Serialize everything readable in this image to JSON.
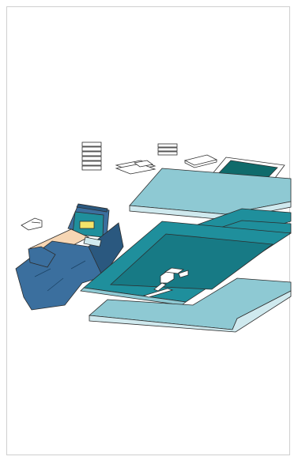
{
  "figure": {
    "kind": "surgical-drape-kit-illustration",
    "colors": {
      "drape_teal": "#1f8f9c",
      "drape_dark": "#0f6b6b",
      "drape_light": "#8ec9d3",
      "drape_pale": "#cfe9ee",
      "patient_blue": "#3b6f9e",
      "patient_blue_dark": "#2a587f",
      "skin": "#f6d6b4",
      "tape_yellow": "#f3e36a",
      "outline": "#2d2d2d",
      "paper": "#ffffff"
    },
    "parts": [
      "gown-stack-icon",
      "towel-stack-icon",
      "folded-towels-icon",
      "tray-cover-icon",
      "instrument-table-cover-icon",
      "side-drape-sheet",
      "patient-drape-illustration",
      "foot-cover-icon",
      "split-sheet",
      "adhesive-strip-sheet",
      "main-fenestrated-drape",
      "underbody-sheet"
    ]
  }
}
